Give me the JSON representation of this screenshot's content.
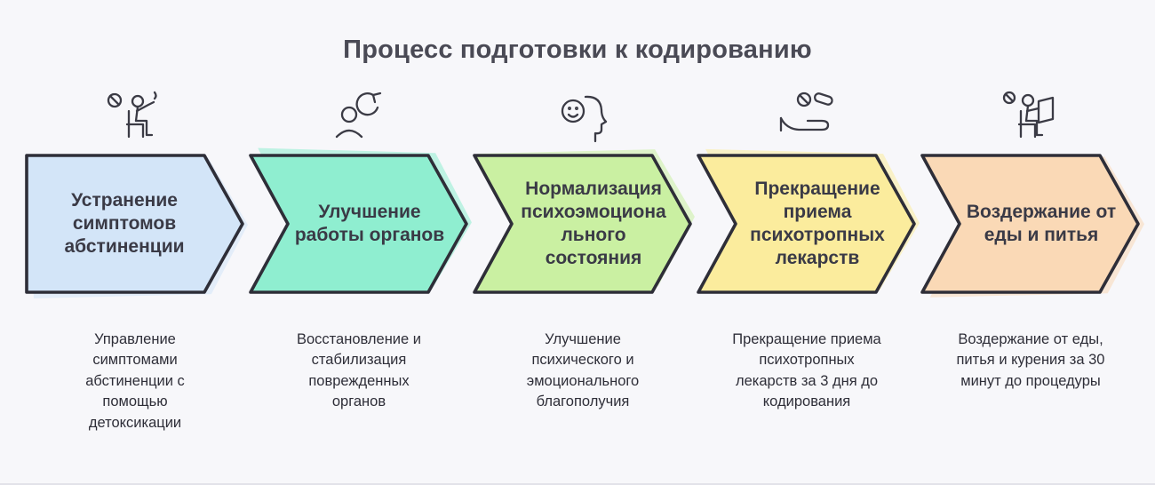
{
  "title": "Процесс подготовки к кодированию",
  "colors": {
    "background": "#f7f7fa",
    "outline": "#2e2e38",
    "title_text": "#4a4a55",
    "label_text": "#3a3a46",
    "description_text": "#2e2e38"
  },
  "steps": [
    {
      "label": "Устранение симптомов абстиненции",
      "description": "Управление симптомами абстиненции с помощью детоксикации",
      "color": "#d3e5f8",
      "icon": "withdrawal-patient-icon"
    },
    {
      "label": "Улучшение работы органов",
      "description": "Восстановление и стабилизация поврежденных органов",
      "color": "#8feed0",
      "icon": "organ-recovery-icon"
    },
    {
      "label": "Нормализация психоэмоционального состояния",
      "description": "Улучшение психического и эмоционального благополучия",
      "color": "#caf0a2",
      "icon": "mental-state-icon"
    },
    {
      "label": "Прекращение приема психотропных лекарств",
      "description": "Прекращение приема психотропных лекарств за 3 дня до кодирования",
      "color": "#fbec9d",
      "icon": "hand-with-pills-icon"
    },
    {
      "label": "Воздержание от еды и питья",
      "description": "Воздержание от еды, питья и курения за 30 минут до процедуры",
      "color": "#fad9b6",
      "icon": "fasting-person-icon"
    }
  ]
}
